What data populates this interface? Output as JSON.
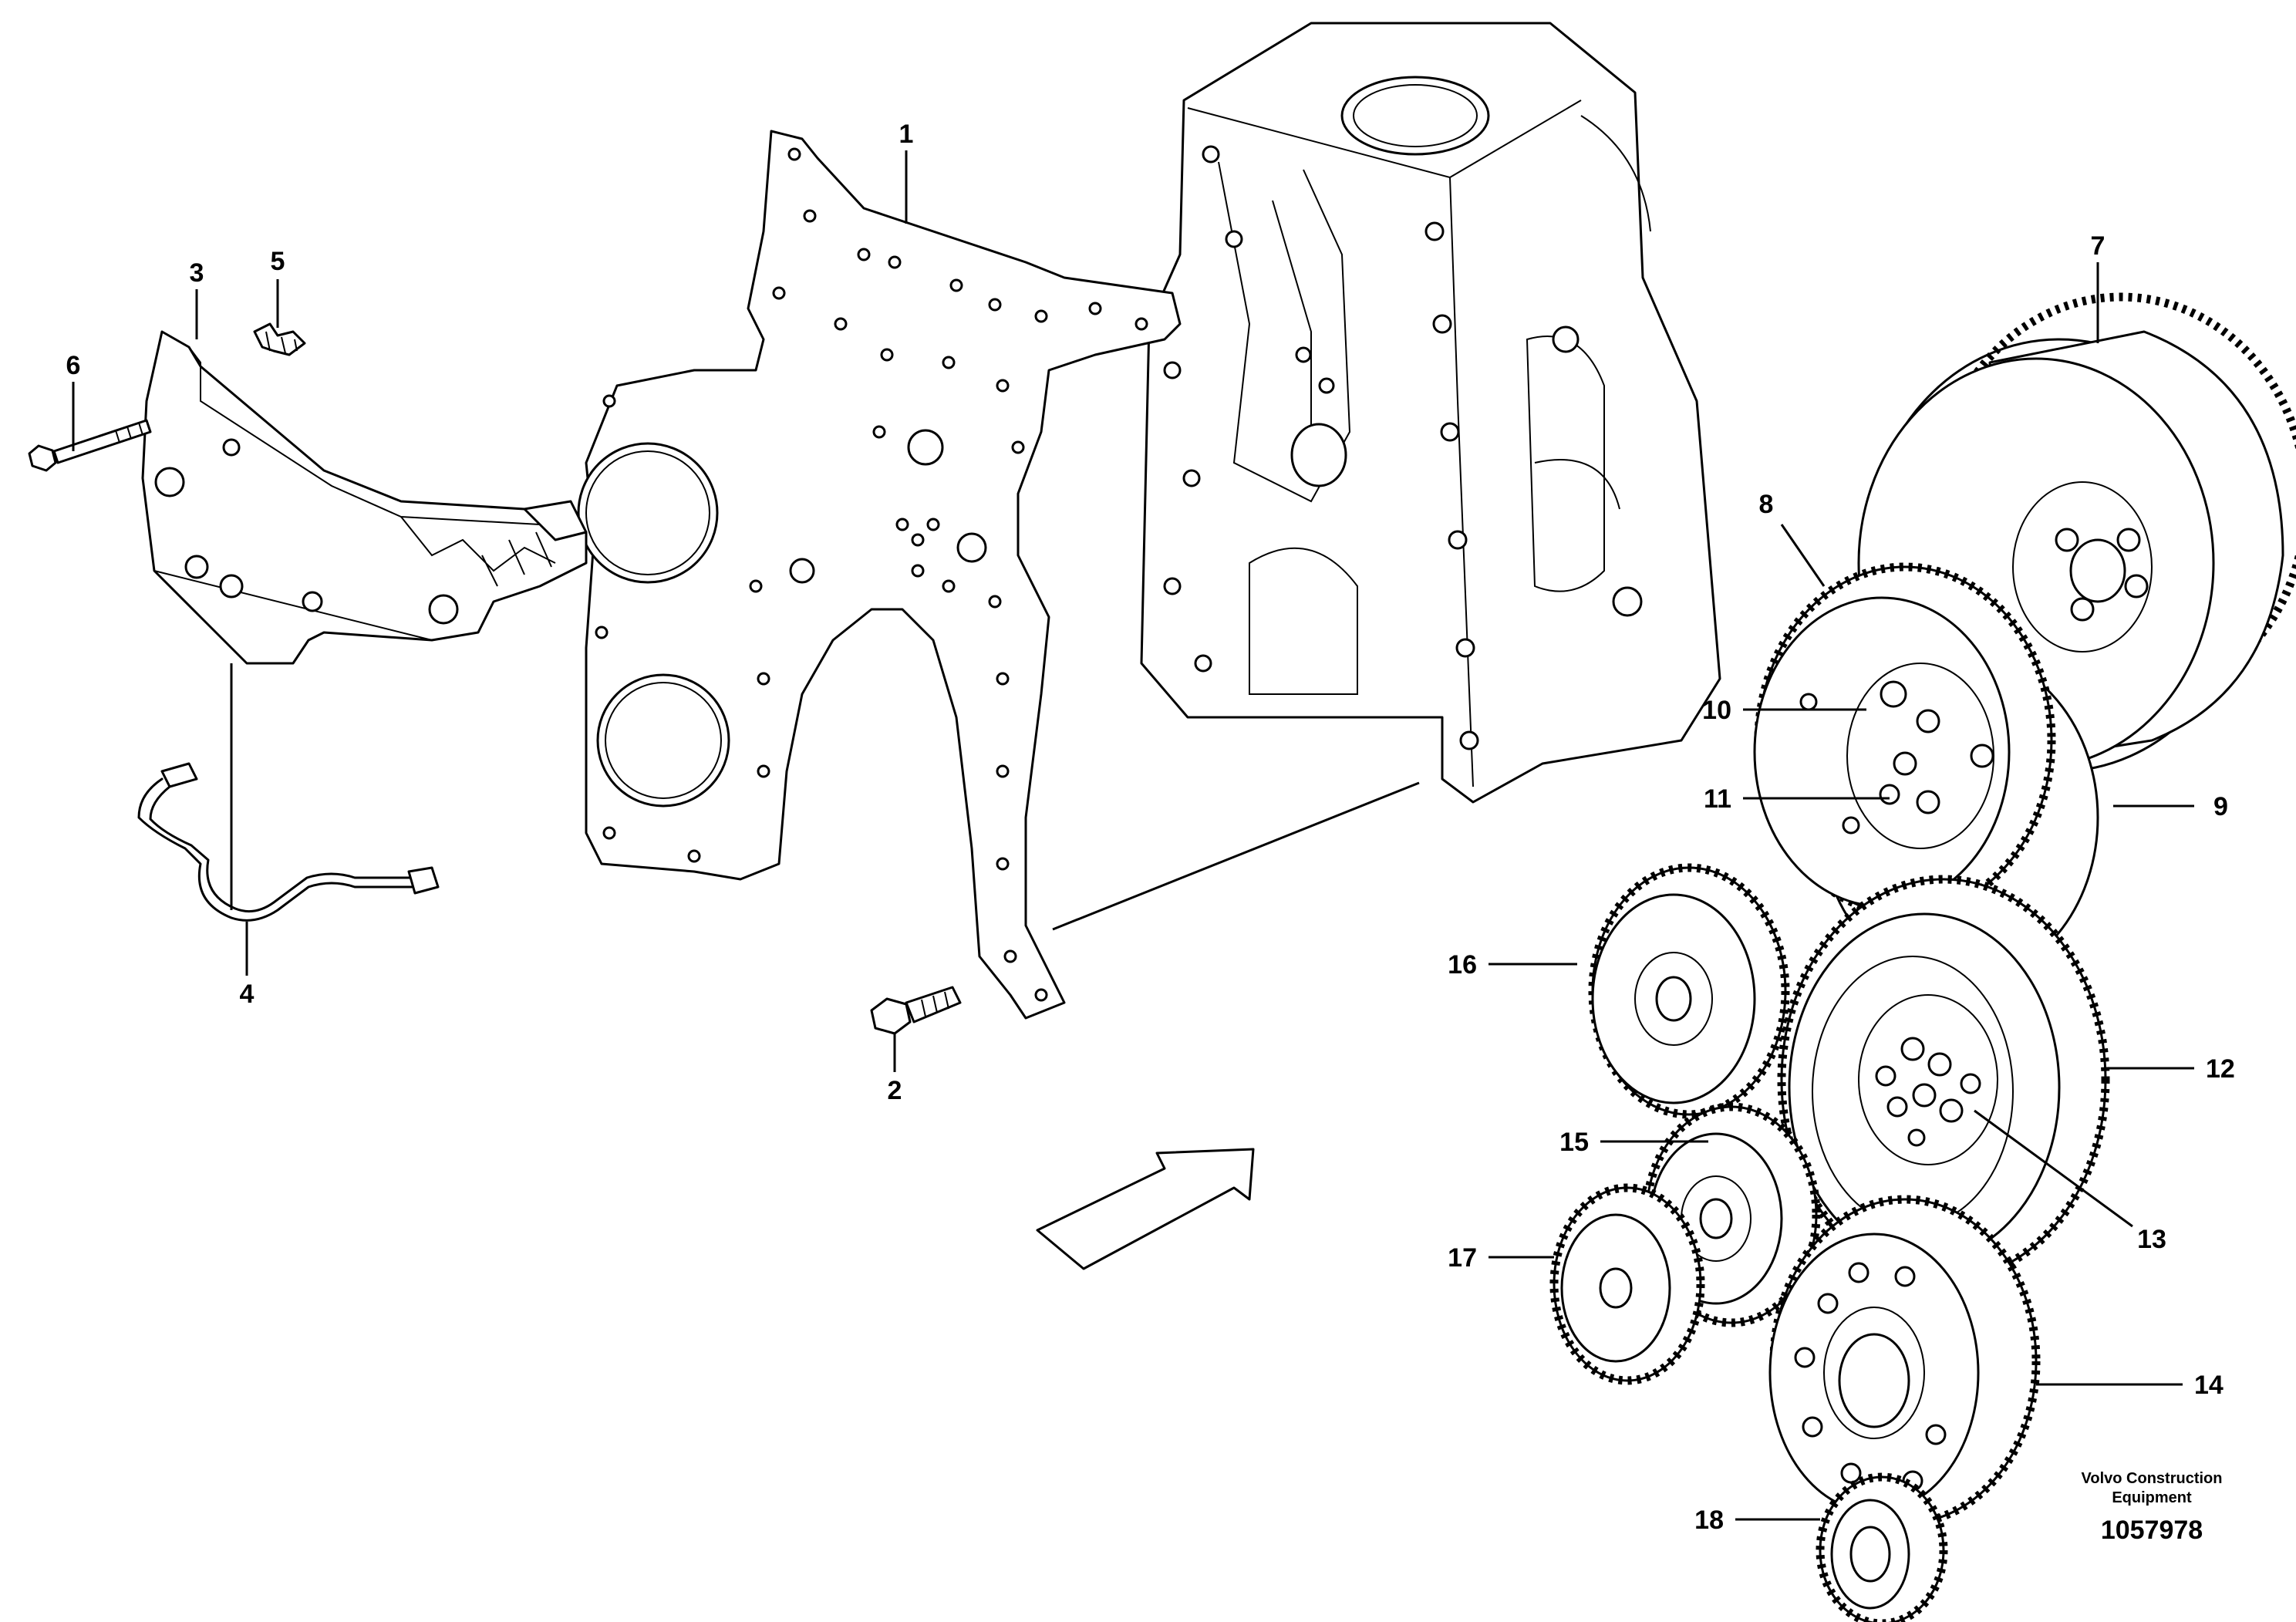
{
  "callouts": {
    "c1": "1",
    "c2": "2",
    "c3": "3",
    "c4": "4",
    "c5": "5",
    "c6": "6",
    "c7": "7",
    "c8": "8",
    "c9": "9",
    "c10": "10",
    "c11": "11",
    "c12": "12",
    "c13": "13",
    "c14": "14",
    "c15": "15",
    "c16": "16",
    "c17": "17",
    "c18": "18"
  },
  "brand": {
    "line1": "Volvo Construction",
    "line2": "Equipment"
  },
  "document_number": "1057978"
}
